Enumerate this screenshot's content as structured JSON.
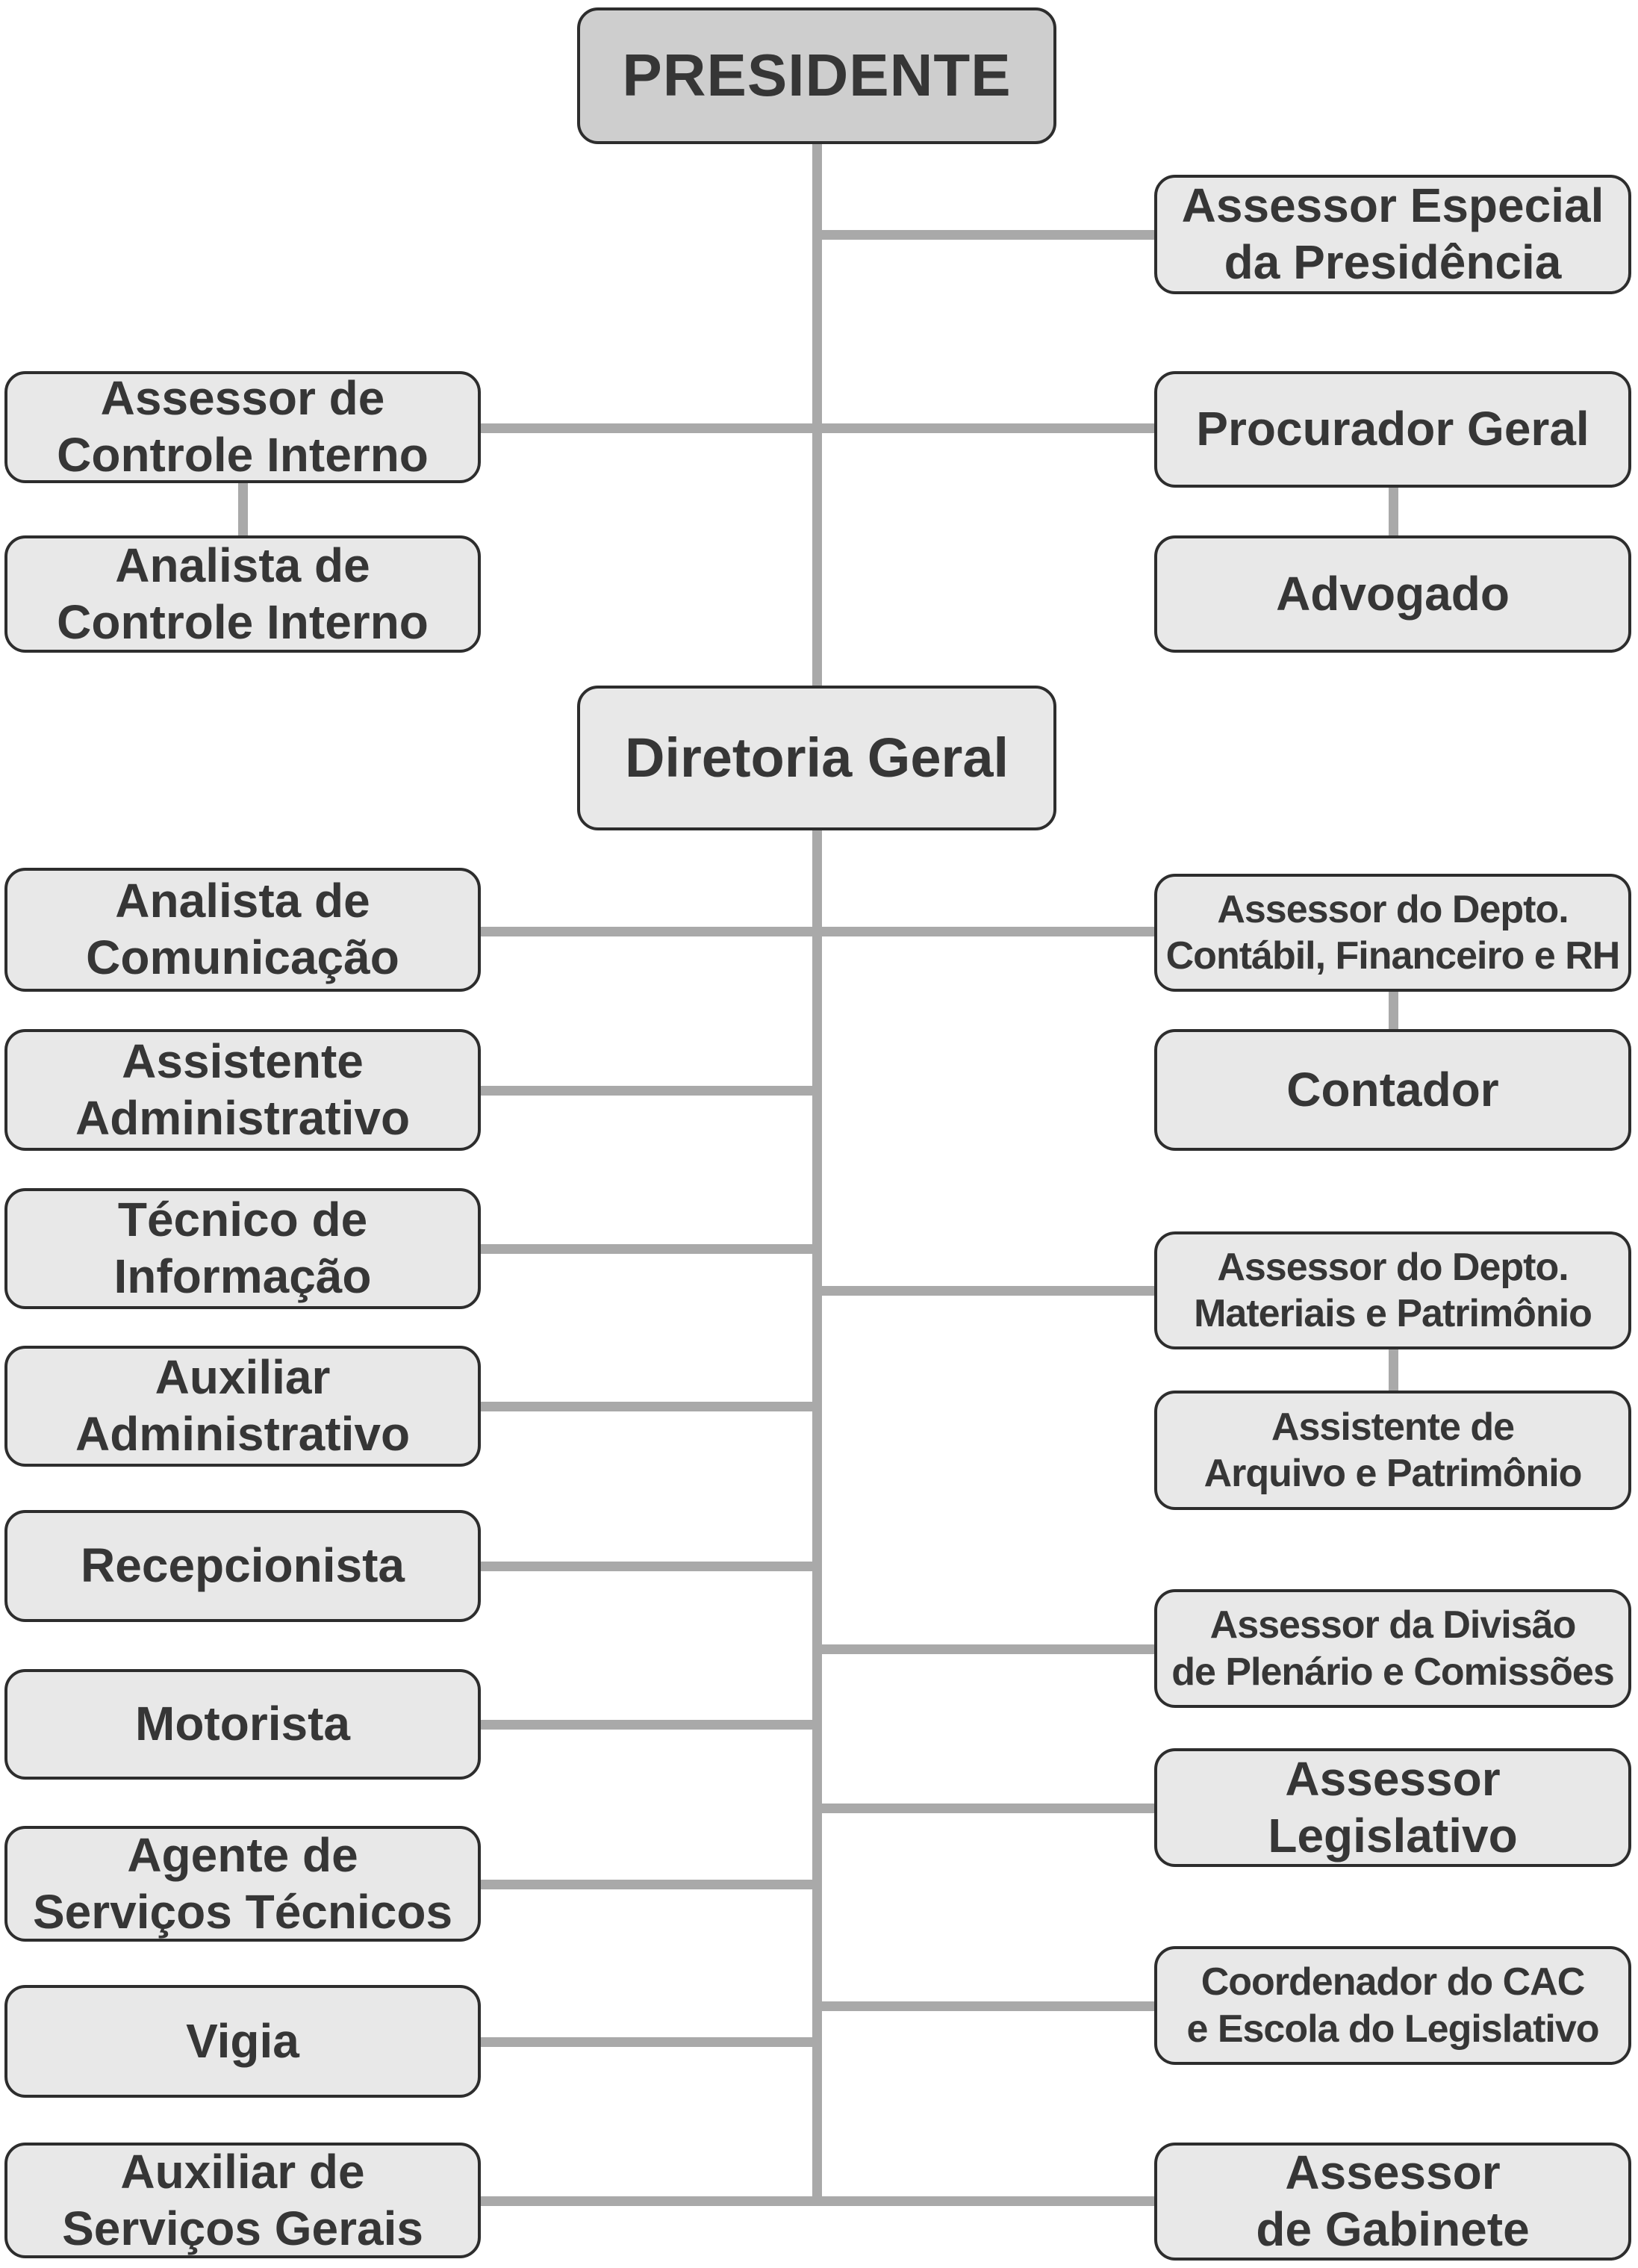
{
  "colors": {
    "background": "#ffffff",
    "box_fill": "#e8e8e8",
    "box_fill_top": "#cecece",
    "box_border": "#2d2d2d",
    "connector": "#a9a9a9",
    "text": "#363636"
  },
  "nodes": {
    "presidente": {
      "label": "PRESIDENTE"
    },
    "assessor_especial": {
      "label": "Assessor Especial\nda Presidência"
    },
    "assessor_controle_interno": {
      "label": "Assessor de\nControle Interno"
    },
    "analista_controle_interno": {
      "label": "Analista de\nControle Interno"
    },
    "procurador_geral": {
      "label": "Procurador Geral"
    },
    "advogado": {
      "label": "Advogado"
    },
    "diretoria_geral": {
      "label": "Diretoria Geral"
    },
    "analista_comunicacao": {
      "label": "Analista de\nComunicação"
    },
    "assistente_administrativo": {
      "label": "Assistente\nAdministrativo"
    },
    "tecnico_informacao": {
      "label": "Técnico de\nInformação"
    },
    "auxiliar_administrativo": {
      "label": "Auxiliar\nAdministrativo"
    },
    "recepcionista": {
      "label": "Recepcionista"
    },
    "motorista": {
      "label": "Motorista"
    },
    "agente_servicos_tecnicos": {
      "label": "Agente de\nServiços Técnicos"
    },
    "vigia": {
      "label": "Vigia"
    },
    "auxiliar_servicos_gerais": {
      "label": "Auxiliar de\nServiços Gerais"
    },
    "assessor_contabil": {
      "label": "Assessor do Depto.\nContábil, Financeiro e RH"
    },
    "contador": {
      "label": "Contador"
    },
    "assessor_materiais": {
      "label": "Assessor do Depto.\nMateriais e Patrimônio"
    },
    "assistente_arquivo": {
      "label": "Assistente de\nArquivo e Patrimônio"
    },
    "assessor_divisao": {
      "label": "Assessor da Divisão\nde Plenário e Comissões"
    },
    "assessor_legislativo": {
      "label": "Assessor\nLegislativo"
    },
    "coordenador_cac": {
      "label": "Coordenador do CAC\ne Escola do Legislativo"
    },
    "assessor_gabinete": {
      "label": "Assessor\nde Gabinete"
    }
  },
  "edges": [
    [
      "presidente",
      "assessor_especial"
    ],
    [
      "presidente",
      "assessor_controle_interno"
    ],
    [
      "presidente",
      "procurador_geral"
    ],
    [
      "presidente",
      "diretoria_geral"
    ],
    [
      "assessor_controle_interno",
      "analista_controle_interno"
    ],
    [
      "procurador_geral",
      "advogado"
    ],
    [
      "diretoria_geral",
      "analista_comunicacao"
    ],
    [
      "diretoria_geral",
      "assistente_administrativo"
    ],
    [
      "diretoria_geral",
      "tecnico_informacao"
    ],
    [
      "diretoria_geral",
      "auxiliar_administrativo"
    ],
    [
      "diretoria_geral",
      "recepcionista"
    ],
    [
      "diretoria_geral",
      "motorista"
    ],
    [
      "diretoria_geral",
      "agente_servicos_tecnicos"
    ],
    [
      "diretoria_geral",
      "vigia"
    ],
    [
      "diretoria_geral",
      "auxiliar_servicos_gerais"
    ],
    [
      "diretoria_geral",
      "assessor_contabil"
    ],
    [
      "diretoria_geral",
      "assessor_materiais"
    ],
    [
      "diretoria_geral",
      "assessor_divisao"
    ],
    [
      "diretoria_geral",
      "assessor_legislativo"
    ],
    [
      "diretoria_geral",
      "coordenador_cac"
    ],
    [
      "diretoria_geral",
      "assessor_gabinete"
    ],
    [
      "assessor_contabil",
      "contador"
    ],
    [
      "assessor_materiais",
      "assistente_arquivo"
    ]
  ]
}
